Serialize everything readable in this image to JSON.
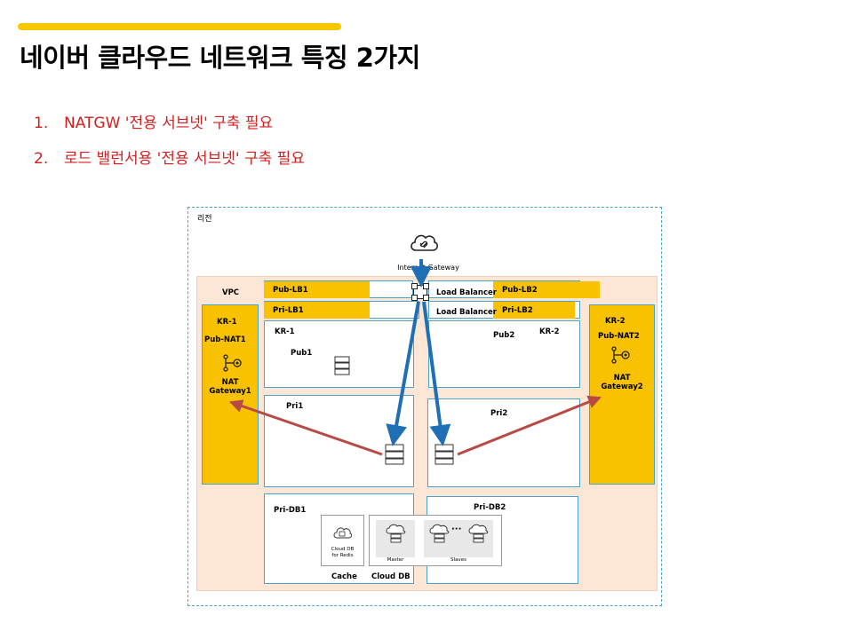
{
  "title": "네이버 클라우드 네트워크 특징 2가지",
  "points": [
    {
      "num": "1.",
      "text": "NATGW '전용 서브넷' 구축 필요"
    },
    {
      "num": "2.",
      "text": "로드 밸런서용 '전용 서브넷' 구축 필요"
    }
  ],
  "diagram": {
    "region": "리전",
    "internet_gateway": "Internet Gateway",
    "vpc": "VPC",
    "pub_lb1": "Pub-LB1",
    "pri_lb1": "Pri-LB1",
    "pub_lb2": "Pub-LB2",
    "pri_lb2": "Pri-LB2",
    "lb_label_pub": "Load Balancer",
    "lb_label_pri": "Load Balancer",
    "kr1": "KR-1",
    "kr2": "KR-2",
    "nat1": {
      "zone": "KR-1",
      "subnet": "Pub-NAT1",
      "name": "NAT\nGateway1"
    },
    "nat2": {
      "zone": "KR-2",
      "subnet": "Pub-NAT2",
      "name": "NAT\nGateway2"
    },
    "pub1": "Pub1",
    "pub2": "Pub2",
    "pri1": "Pri1",
    "pri2": "Pri2",
    "pridb1": "Pri-DB1",
    "pridb2": "Pri-DB2",
    "redis": "Cloud DB\nfor Redis",
    "master": "Master",
    "slaves": "Slaves",
    "ellipsis": "···",
    "cache": "Cache",
    "clouddb": "Cloud DB",
    "colors": {
      "accent": "#f8c700",
      "nat_zone": "#f8c200",
      "vpc_bg": "#fde6d6",
      "arrow_blue": "#1f6fb5",
      "arrow_red": "#b84a45",
      "text_red": "#d41f1f",
      "border": "#4aa3c8"
    }
  }
}
